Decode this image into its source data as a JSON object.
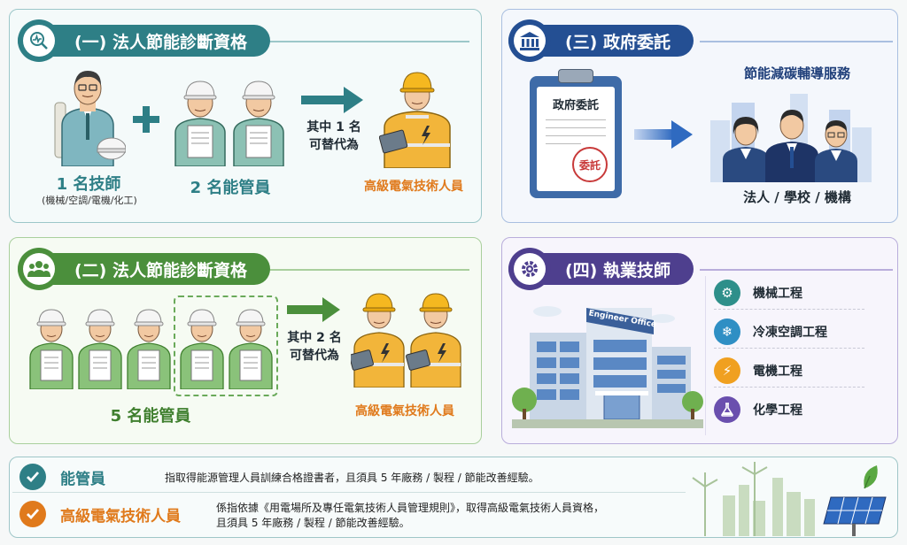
{
  "section1": {
    "title": "(一) 法人節能診斷資格",
    "technician_label": "1 名技師",
    "technician_fields": "(機械/空調/電機/化工)",
    "managers_label": "2 名能管員",
    "replace_note_line1": "其中 1 名",
    "replace_note_line2": "可替代為",
    "electrician_label": "高級電氣技術人員"
  },
  "section2": {
    "title": "(二) 法人節能診斷資格",
    "managers_label": "5 名能管員",
    "replace_note_line1": "其中 2 名",
    "replace_note_line2": "可替代為",
    "electrician_label": "高級電氣技術人員"
  },
  "section3": {
    "title": "(三) 政府委託",
    "clipboard_title": "政府委託",
    "stamp_text": "委託",
    "service_label": "節能減碳輔導服務",
    "entities_label": "法人 / 學校 / 機構"
  },
  "section4": {
    "title": "(四) 執業技師",
    "building_sign": "Engineer Office",
    "items": [
      {
        "label": "機械工程",
        "icon": "gear-icon",
        "color": "#2e8f8a"
      },
      {
        "label": "冷凍空調工程",
        "icon": "snowflake-icon",
        "color": "#2f8fc4"
      },
      {
        "label": "電機工程",
        "icon": "lightning-icon",
        "color": "#f0a020"
      },
      {
        "label": "化學工程",
        "icon": "flask-icon",
        "color": "#6a4fae"
      }
    ]
  },
  "definitions": [
    {
      "term": "能管員",
      "text_line1": "指取得能源管理人員訓練合格證書者，且須具 5 年廠務 / 製程 / 節能改善經驗。",
      "text_line2": "",
      "color": "#2e7f86"
    },
    {
      "term": "高級電氣技術人員",
      "text_line1": "係指依據《用電場所及專任電氣技術人員管理規則》，取得高級電氣技術人員資格，",
      "text_line2": "且須具 5 年廠務 / 製程 / 節能改善經驗。",
      "color": "#e07a1c"
    }
  ],
  "colors": {
    "teal": "#2e7f86",
    "green": "#4b8f3c",
    "blue": "#244f93",
    "purple": "#4e3f8e",
    "orange": "#e07a1c"
  }
}
